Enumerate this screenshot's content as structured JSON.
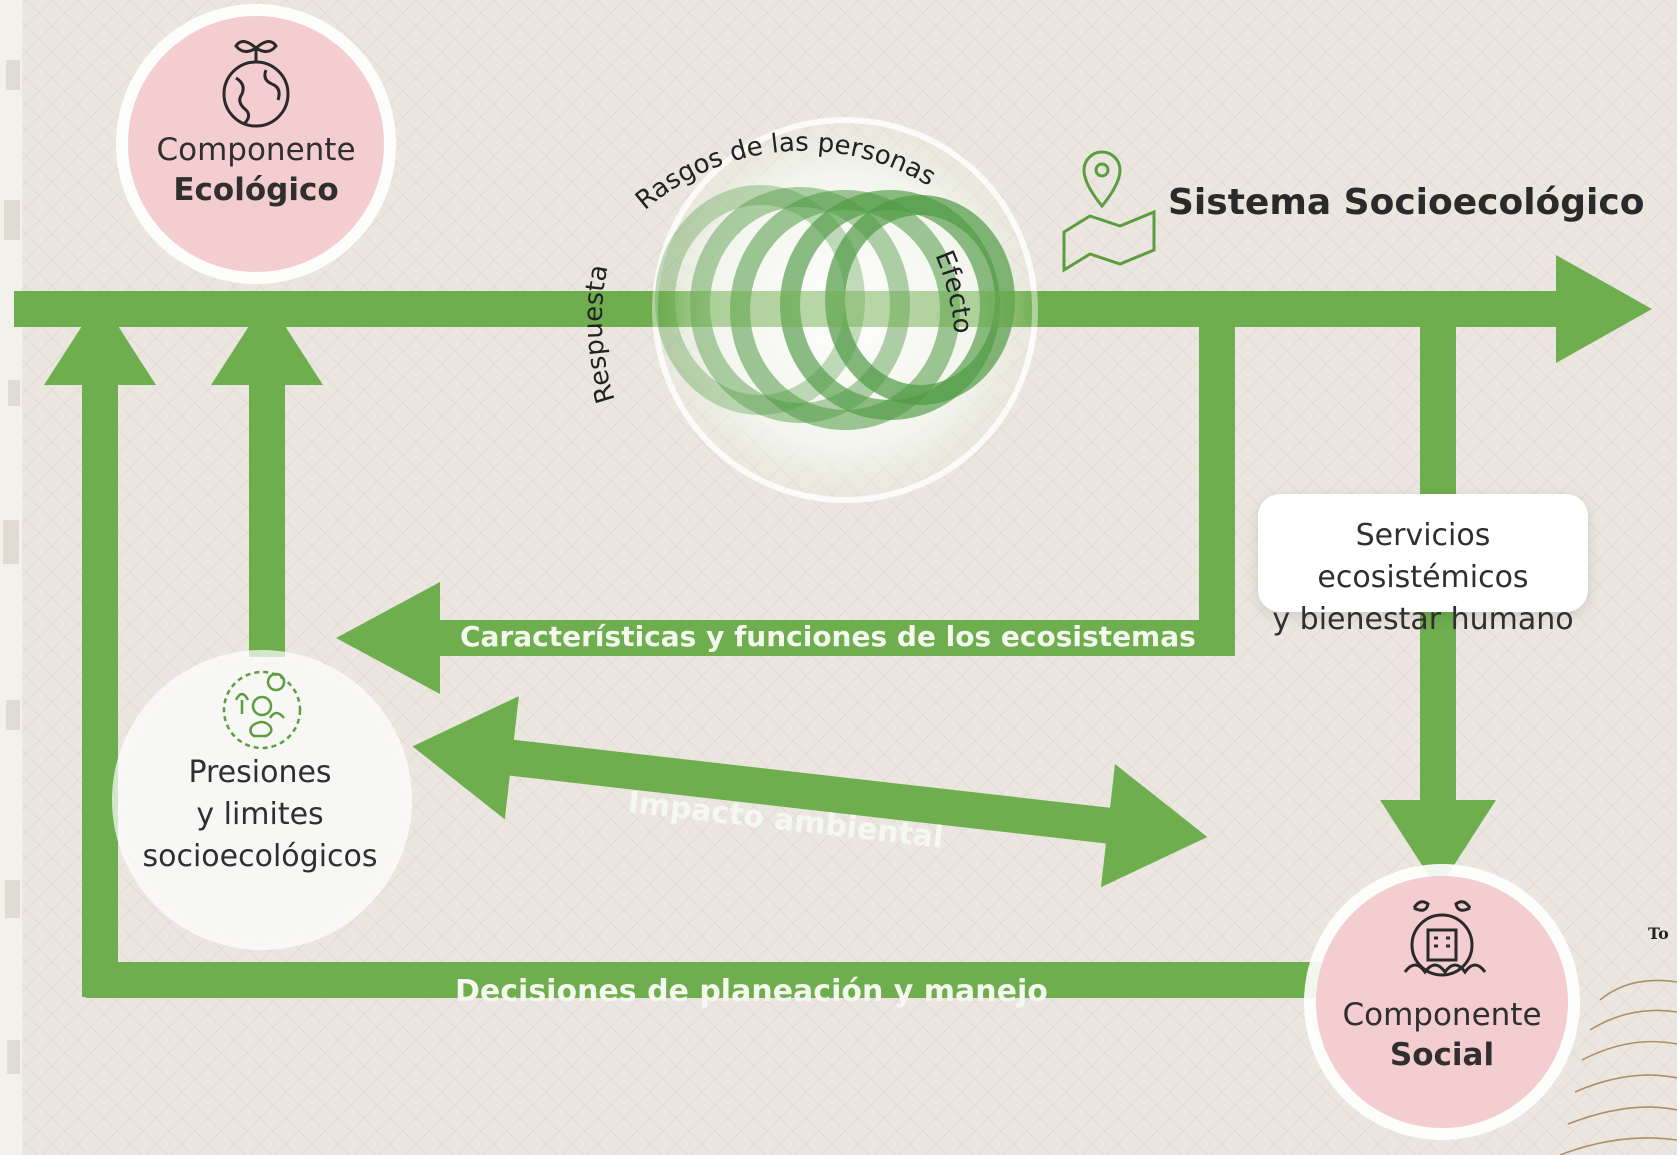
{
  "title": "Sistema Socioecológico",
  "nodes": {
    "ecologico": {
      "line1": "Componente",
      "line2": "Ecológico"
    },
    "social": {
      "line1": "Componente",
      "line2": "Social"
    },
    "presiones": {
      "line1": "Presiones",
      "line2": "y limites",
      "line3": "socioecológicos"
    },
    "servicios": {
      "line1": "Servicios ecosistémicos",
      "line2": "y bienestar humano"
    }
  },
  "loop": {
    "top": "Rasgos de las personas",
    "left": "Respuesta",
    "right": "Efecto"
  },
  "arrows": {
    "caracteristicas": "Características y funciones de los ecosistemas",
    "impacto": "Impacto ambiental",
    "decisiones": "Decisiones de planeación y manejo"
  },
  "edge_text": "To",
  "colors": {
    "arrow": "#6fae4e",
    "arrow_dark": "#5c9d3f",
    "pink": "#f3cdd0",
    "white_circle": "#f7f7f5",
    "background": "#ebe7e0",
    "arrow_text": "#f4f8ee",
    "loop": "#4f9a43"
  },
  "icons": {
    "ecologico": "globe-sprout-icon",
    "social": "city-community-icon",
    "presiones": "nature-people-cycle-icon",
    "title": "map-pin-icon"
  }
}
